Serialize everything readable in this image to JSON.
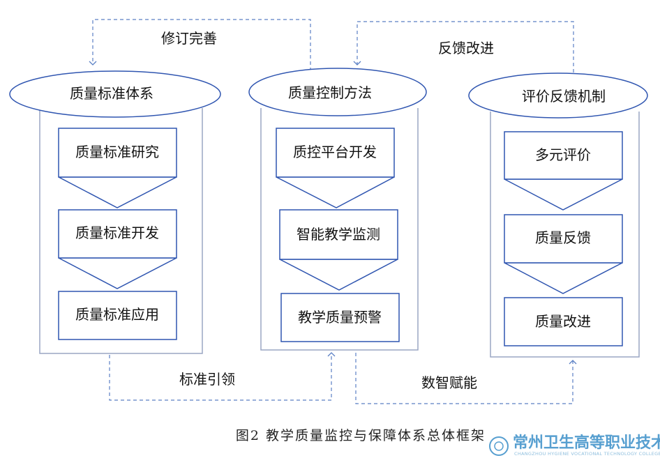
{
  "columns": [
    {
      "title": "质量标准体系",
      "steps": [
        "质量标准研究",
        "质量标准开发",
        "质量标准应用"
      ]
    },
    {
      "title": "质量控制方法",
      "steps": [
        "质控平台开发",
        "智能教学监测",
        "教学质量预警"
      ]
    },
    {
      "title": "评价反馈机制",
      "steps": [
        "多元评价",
        "质量反馈",
        "质量改进"
      ]
    }
  ],
  "flows": {
    "top_left": "修订完善",
    "top_right": "反馈改进",
    "bottom_left": "标准引领",
    "bottom_right": "数智赋能"
  },
  "caption": "图2 教学质量监控与保障体系总体框架",
  "logo": {
    "name": "常州卫生高等职业技术学校",
    "subtitle": "CHANGZHOU HYGIENE VOCATIONAL TECHNOLOGY COLLEGE"
  },
  "colors": {
    "line": "#2f55b0",
    "dashed": "#5a7fc4",
    "logo": "#3a8fc8"
  }
}
